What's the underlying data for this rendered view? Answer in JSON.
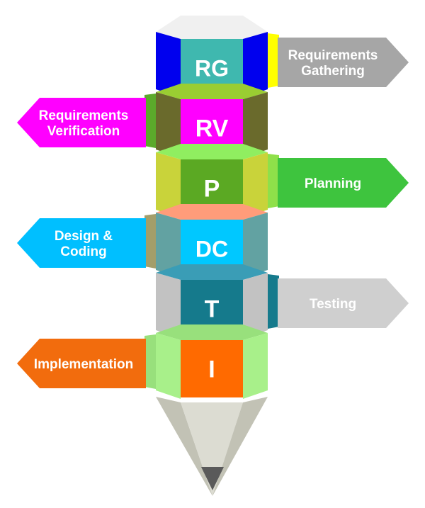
{
  "stages": [
    {
      "code": "RG",
      "label_lines": [
        "Requirements",
        "Gathering"
      ],
      "side": "right",
      "colors": {
        "front": "#3FB8AF",
        "side": "#0000EE",
        "top": "#ECECEC",
        "cap": "#F0F0F0",
        "connector": "#FFFF00",
        "arrow": "#A6A6A6"
      }
    },
    {
      "code": "RV",
      "label_lines": [
        "Requirements",
        "Verification"
      ],
      "side": "left",
      "colors": {
        "front": "#FF00FF",
        "side": "#6A6A2C",
        "top": "#9ACD32",
        "connector": "#5BAA2B",
        "arrow": "#FF00FF"
      }
    },
    {
      "code": "P",
      "label_lines": [
        "Planning"
      ],
      "side": "right",
      "colors": {
        "front": "#5BA923",
        "side": "#C9D33A",
        "top": "#90EE60",
        "connector": "#8FE04A",
        "arrow": "#3EC43E"
      }
    },
    {
      "code": "DC",
      "label_lines": [
        "Design &",
        "Coding"
      ],
      "side": "left",
      "colors": {
        "front": "#00C8FF",
        "side": "#62A2A2",
        "top": "#FF9C7A",
        "connector": "#A39E6A",
        "arrow": "#00BFFF"
      }
    },
    {
      "code": "T",
      "label_lines": [
        "Testing"
      ],
      "side": "right",
      "colors": {
        "front": "#157A8C",
        "side": "#C2C2C2",
        "top": "#3A9DB6",
        "connector": "#157A8C",
        "arrow": "#CFCFCF"
      }
    },
    {
      "code": "I",
      "label_lines": [
        "Implementation"
      ],
      "side": "left",
      "colors": {
        "front": "#FF6A00",
        "side": "#A8F08A",
        "top": "#98E07C",
        "connector": "#98E07C",
        "arrow": "#F26C0D"
      }
    }
  ],
  "pencil_colors": {
    "wood": "#DCDCD2",
    "wood_shade": "#C2C2B5",
    "lead": "#5A5A5A"
  }
}
